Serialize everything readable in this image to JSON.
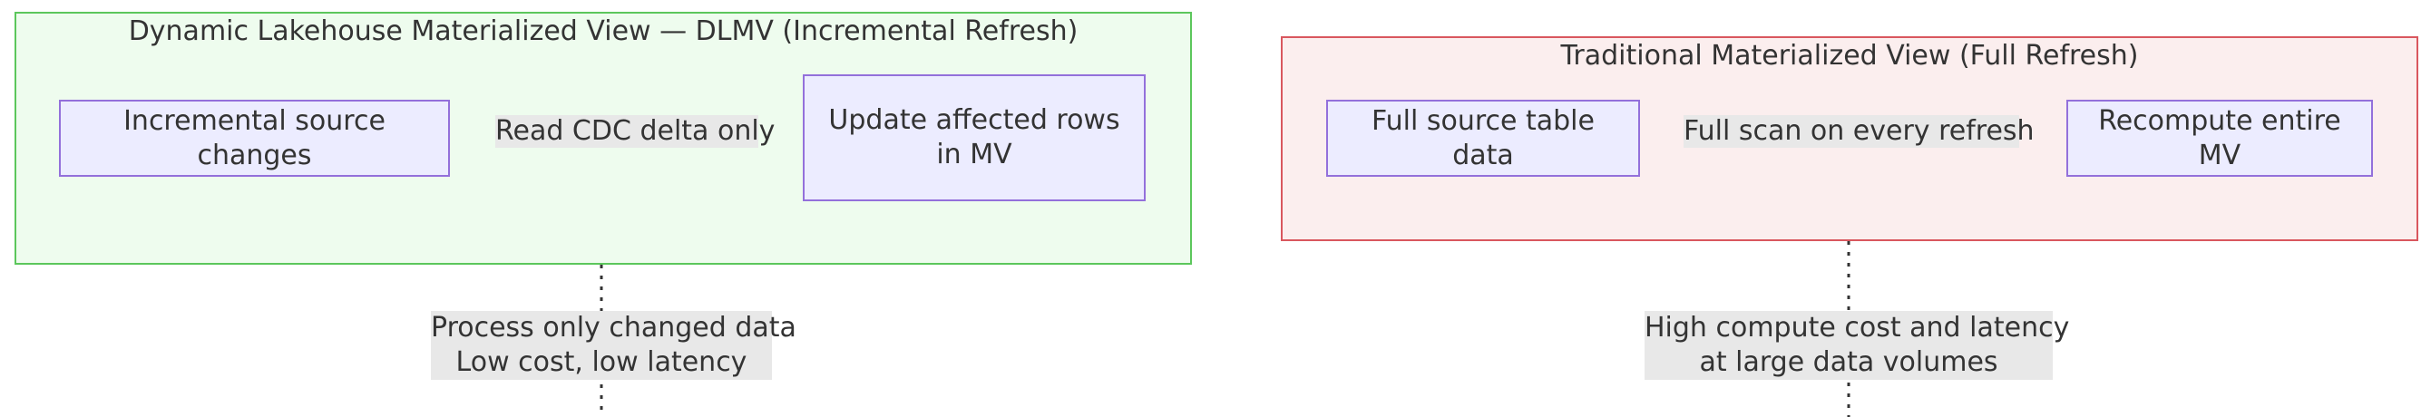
{
  "dlmv": {
    "title": "Dynamic Lakehouse Materialized View — DLMV (Incremental Refresh)",
    "source_node": "Incremental source changes",
    "edge_label": "Read CDC delta only",
    "target_node": "Update affected rows in MV",
    "note_line1": "Process only changed data",
    "note_line2": "Low cost, low latency"
  },
  "traditional": {
    "title": "Traditional Materialized View (Full Refresh)",
    "source_node": "Full source table data",
    "edge_label": "Full scan on every refresh",
    "target_node": "Recompute entire MV",
    "note_line1": "High compute cost and latency",
    "note_line2": "at large data volumes"
  },
  "colors": {
    "dlmv_fill": "#EEFCEE",
    "dlmv_border": "#5CC75C",
    "traditional_fill": "#FBEEEE",
    "traditional_border": "#D9575E",
    "node_fill": "#ECECFF",
    "node_border": "#9370DB",
    "edge": "#333333",
    "label_bg": "#E8E8E8"
  }
}
